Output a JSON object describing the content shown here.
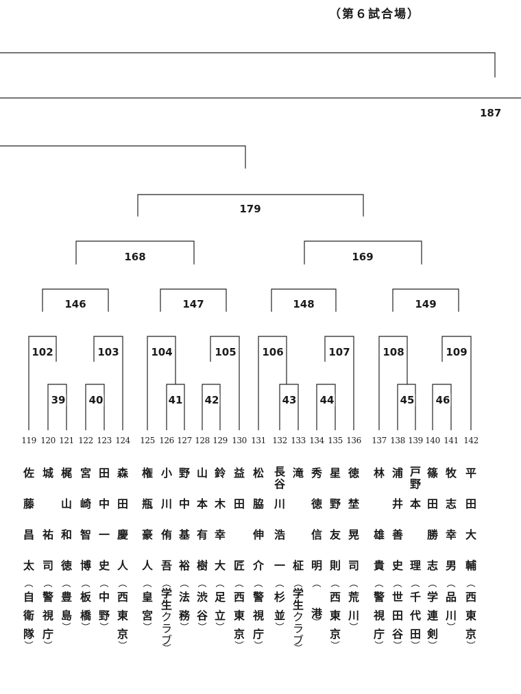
{
  "venue_label": "（第６試合場）",
  "page_number": "187",
  "matches": {
    "final": "179",
    "semis": [
      "168",
      "169"
    ],
    "quarters": [
      "146",
      "147",
      "148",
      "149"
    ],
    "round2": [
      "102",
      "103",
      "104",
      "105",
      "106",
      "107",
      "108",
      "109"
    ],
    "round1": [
      "39",
      "40",
      "41",
      "42",
      "43",
      "44",
      "45",
      "46"
    ]
  },
  "players": [
    {
      "num": "119",
      "name": [
        "佐",
        "藤",
        "昌",
        "太"
      ],
      "affiliation": "自衛隊"
    },
    {
      "num": "120",
      "name": [
        "城",
        "",
        "祐",
        "司"
      ],
      "affiliation": "警視庁"
    },
    {
      "num": "121",
      "name": [
        "梶",
        "山",
        "和",
        "徳"
      ],
      "affiliation": "豊島"
    },
    {
      "num": "122",
      "name": [
        "宮",
        "崎",
        "智",
        "博"
      ],
      "affiliation": "板橋"
    },
    {
      "num": "123",
      "name": [
        "田",
        "中",
        "一",
        "史"
      ],
      "affiliation": "中野"
    },
    {
      "num": "124",
      "name": [
        "森",
        "田",
        "慶",
        "人"
      ],
      "affiliation": "西東京"
    },
    {
      "num": "125",
      "name": [
        "権",
        "瓶",
        "豪",
        "人"
      ],
      "affiliation": "皇宮"
    },
    {
      "num": "126",
      "name": [
        "小",
        "川",
        "侑",
        "吾"
      ],
      "affiliation": "学生クラブ"
    },
    {
      "num": "127",
      "name": [
        "野",
        "中",
        "基",
        "裕"
      ],
      "affiliation": "法務"
    },
    {
      "num": "128",
      "name": [
        "山",
        "本",
        "有",
        "樹"
      ],
      "affiliation": "渋谷"
    },
    {
      "num": "129",
      "name": [
        "鈴",
        "木",
        "幸",
        "大"
      ],
      "affiliation": "足立"
    },
    {
      "num": "130",
      "name": [
        "益",
        "田",
        "",
        "匠"
      ],
      "affiliation": "西東京"
    },
    {
      "num": "131",
      "name": [
        "松",
        "脇",
        "伸",
        "介"
      ],
      "affiliation": "警視庁"
    },
    {
      "num": "132",
      "name": [
        "長谷",
        "川",
        "浩",
        "一"
      ],
      "affiliation": "杉並"
    },
    {
      "num": "133",
      "name": [
        "滝",
        "",
        "",
        "柾"
      ],
      "affiliation": "学生クラブ"
    },
    {
      "num": "134",
      "name": [
        "秀",
        "徳",
        "信",
        "明"
      ],
      "affiliation": "港"
    },
    {
      "num": "135",
      "name": [
        "星",
        "野",
        "友",
        "則"
      ],
      "affiliation": "西東京"
    },
    {
      "num": "136",
      "name": [
        "徳",
        "埜",
        "晃",
        "司"
      ],
      "affiliation": "荒川"
    },
    {
      "num": "137",
      "name": [
        "林",
        "",
        "雄",
        "貴"
      ],
      "affiliation": "警視庁"
    },
    {
      "num": "138",
      "name": [
        "浦",
        "井",
        "善",
        "史"
      ],
      "affiliation": "世田谷"
    },
    {
      "num": "139",
      "name": [
        "戸野",
        "本",
        "",
        "理"
      ],
      "affiliation": "千代田"
    },
    {
      "num": "140",
      "name": [
        "篠",
        "田",
        "勝",
        "志"
      ],
      "affiliation": "学連剣"
    },
    {
      "num": "141",
      "name": [
        "牧",
        "志",
        "幸",
        "男"
      ],
      "affiliation": "品川"
    },
    {
      "num": "142",
      "name": [
        "平",
        "田",
        "大",
        "輔"
      ],
      "affiliation": "西東京"
    }
  ]
}
